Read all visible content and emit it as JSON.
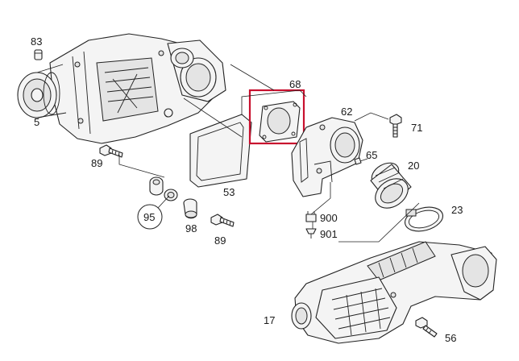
{
  "labels": {
    "l83": "83",
    "l5": "5",
    "l89a": "89",
    "l95": "95",
    "l98": "98",
    "l89b": "89",
    "l53": "53",
    "l68": "68",
    "l62": "62",
    "l71": "71",
    "l65": "65",
    "l20": "20",
    "l23": "23",
    "l900": "900",
    "l901": "901",
    "l17": "17",
    "l56": "56"
  },
  "highlight": {
    "part": "68",
    "color": "#c8102e"
  }
}
